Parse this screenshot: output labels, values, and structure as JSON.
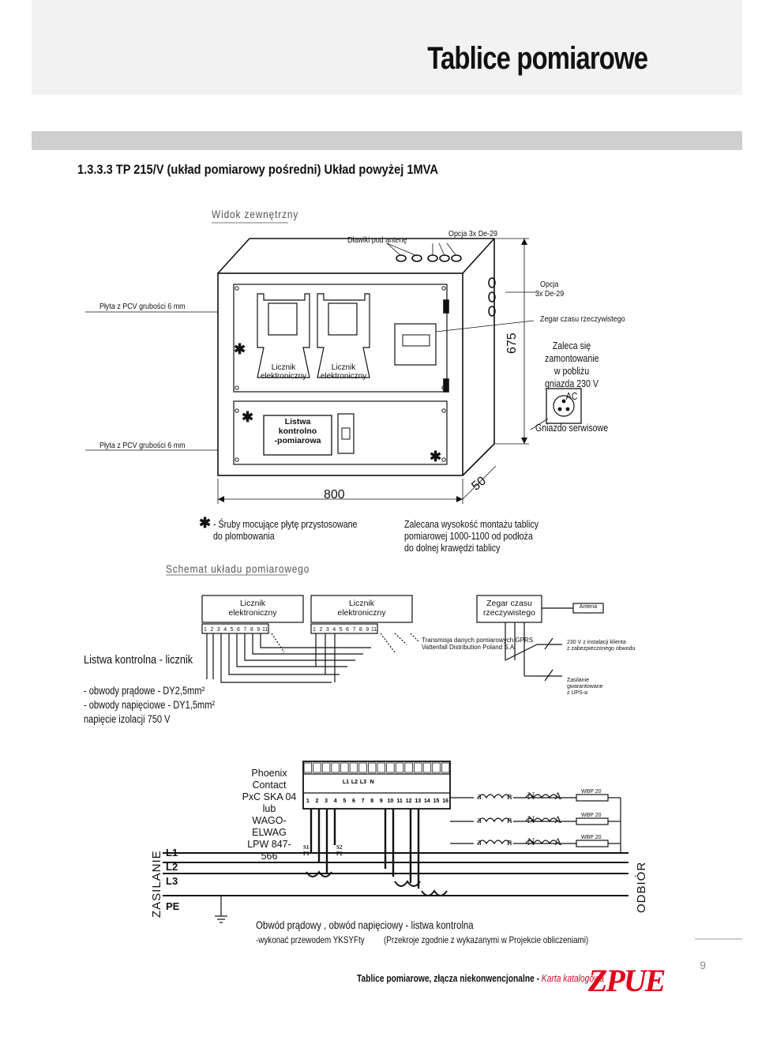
{
  "header": {
    "title": "Tablice pomiarowe"
  },
  "section": {
    "title": "1.3.3.3   TP 215/V (układ pomiarowy pośredni)  Układ powyżej 1MVA"
  },
  "external_view": {
    "subtitle": "Widok zewnętrzny",
    "glands_label": "Dławiki pod antenę",
    "option_top": "Opcja 3x De-29",
    "option_side": [
      "Opcja",
      "3x De-29"
    ],
    "pcv_top": "Płyta  z  PCV  grubości 6 mm",
    "pcv_bottom": "Płyta  z  PCV  grubości 6 mm",
    "meter_label": [
      "Licznik",
      "elektroniczny"
    ],
    "strip_label": [
      "Listwa",
      "kontrolno",
      "-pomiarowa"
    ],
    "clock_label": "Zegar czasu rzeczywistego",
    "dim_height": "675",
    "dim_width": "800",
    "dim_depth": "50",
    "recommend": [
      "Zaleca się",
      "zamontowanie",
      "w pobliżu",
      "gniazda 230 V AC"
    ],
    "socket_label": "Gniazdo serwisowe",
    "star": "✱",
    "screws_note": [
      "- Śruby mocujące płytę przystosowane",
      "do plombowania"
    ],
    "height_note": [
      "Zalecana wysokość montażu tablicy",
      "pomiarowej 1000-1100 od podłoża",
      "do dolnej krawędzi tablicy"
    ]
  },
  "schematic": {
    "subtitle": "Schemat układu pomiarowego",
    "meter_label": [
      "Licznik",
      "elektroniczny"
    ],
    "clock_label": [
      "Zegar czasu",
      "rzeczywistego"
    ],
    "antenna": "Antena",
    "terminals": [
      "1",
      "2",
      "3",
      "4",
      "5",
      "6",
      "7",
      "8",
      "9",
      "11"
    ],
    "gprs_note": [
      "Transmisja danych pomiarowych GPRS",
      "Vattenfall Distribution Poland S.A."
    ],
    "supply_230": [
      "230 V z instalacji klienta",
      "z zabezpieczonego obwodu"
    ],
    "ups_supply": [
      "Zasilanie",
      "gwarantowane",
      "z UPS-a"
    ],
    "strip_title": "Listwa kontrolna - licznik",
    "circuits": [
      "- obwody prądowe - DY2,5mm²",
      "- obwody napięciowe - DY1,5mm²",
      "napięcie izolacji 750 V"
    ],
    "phoenix": [
      "Phoenix Contact",
      "PxC SKA 04",
      "lub",
      "WAGO-ELWAG",
      "LPW 847-566"
    ],
    "strip_top": [
      "L1",
      "L2",
      "L3",
      "N"
    ],
    "strip_numbers": [
      "1",
      "2",
      "3",
      "4",
      "5",
      "6",
      "7",
      "8",
      "9",
      "10",
      "11",
      "12",
      "13",
      "14",
      "15",
      "16"
    ],
    "vt_labels": {
      "a": "a",
      "n": "n",
      "N": "N",
      "A": "A",
      "wbp": "WBP 20"
    },
    "ct_labels": [
      "S1",
      "S2",
      "P1",
      "P2"
    ],
    "zasilanie": "ZASILANIE",
    "odbior": "ODBIÓR",
    "lines": [
      "L1",
      "L2",
      "L3",
      "PE"
    ],
    "bottom_note": "Obwód prądowy , obwód napięciowy - listwa kontrolna",
    "wire_note": "-wykonać przewodem YKSYFty",
    "cross_note": "(Przekroje zgodnie z wykazanymi w Projekcie obliczeniami)"
  },
  "footer": {
    "text": "Tablice pomiarowe, złącza niekonwencjonalne - ",
    "italic": "Karta katalogowa",
    "page": "9",
    "logo": "ZPUE"
  }
}
